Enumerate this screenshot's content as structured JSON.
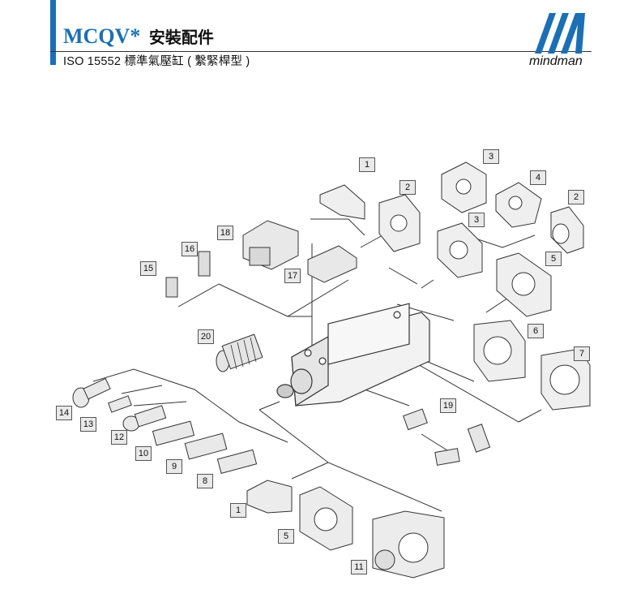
{
  "header": {
    "title_main": "MCQV*",
    "title_sub": "安裝配件",
    "subtitle": "ISO 15552 標準氣壓缸 ( 繫緊桿型 )",
    "brand": "mindman",
    "brand_color": "#1b6fb5"
  },
  "callouts": [
    "1",
    "2",
    "3",
    "4",
    "2",
    "3",
    "5",
    "6",
    "7",
    "18",
    "16",
    "15",
    "17",
    "20",
    "19",
    "14",
    "13",
    "12",
    "10",
    "9",
    "8",
    "1",
    "5",
    "11"
  ]
}
